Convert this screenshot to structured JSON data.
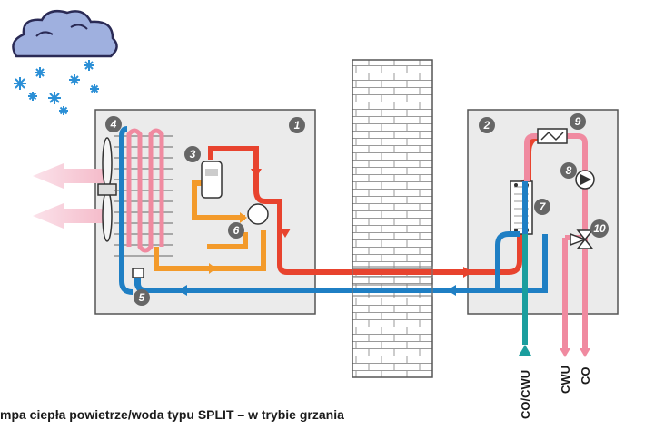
{
  "labels": {
    "indoor_ports": [
      "CO/CWU",
      "CWU",
      "CO"
    ]
  },
  "markers": [
    "1",
    "2",
    "3",
    "4",
    "5",
    "6",
    "7",
    "8",
    "9",
    "10"
  ],
  "caption": {
    "prefix": "mpa ciepła powietrze/woda typu ",
    "emphasis": "SPLIT",
    "suffix": " – w trybie grzania"
  },
  "colors": {
    "hot": "#e8432e",
    "cold": "#1f7fc4",
    "warm_orange": "#f39a2a",
    "pink": "#f08aa0",
    "unit_fill": "#ebebeb",
    "marker_fill": "#666666",
    "teal": "#1a9e9e"
  },
  "icons": [
    "snow-cloud-icon",
    "fan-icon",
    "compressor-icon",
    "heater-icon",
    "pump-icon",
    "valve-icon"
  ]
}
